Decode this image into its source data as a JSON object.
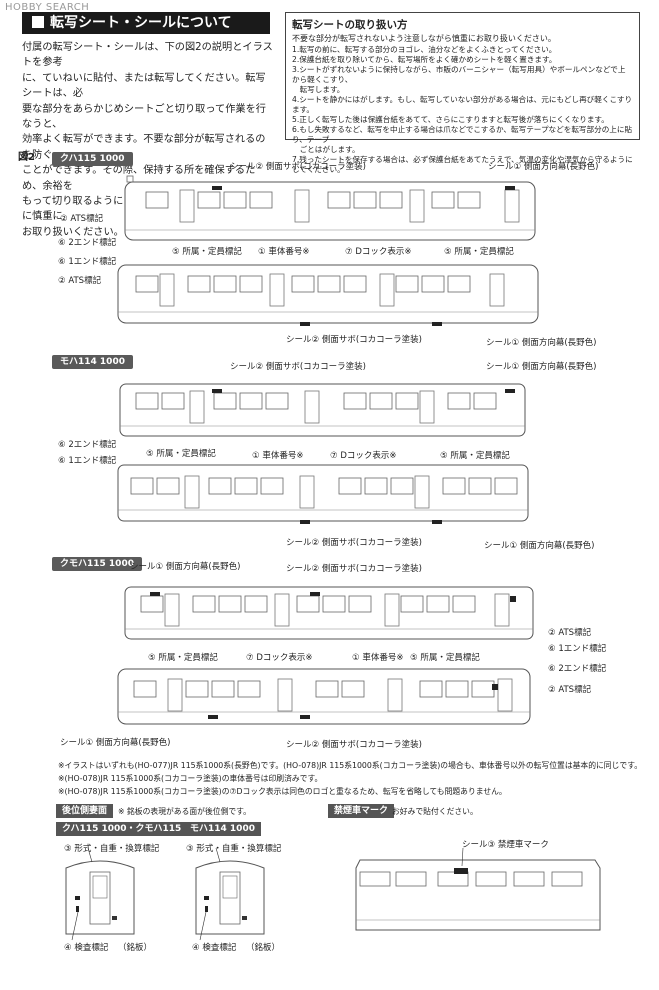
{
  "watermark": "HOBBY SEARCH",
  "section": {
    "title": "転写シート・シールについて"
  },
  "intro_lines": [
    "付属の転写シート・シールは、下の図2の説明とイラストを参考",
    "に、ていねいに貼付、または転写してください。転写シートは、必",
    "要な部分をあらかじめシートごと切り取って作業を行なうと、",
    "効率よく転写ができます。不要な部分が転写されるのを防ぐ",
    "ことができます。その際、保持する所を確保するため、余裕を",
    "もって切り取るようにしてください。細かなものは特に慎重に",
    "お取り扱いください。"
  ],
  "care": {
    "title": "転写シートの取り扱い方",
    "intro": "不要な部分が転写されないよう注意しながら慎重にお取り扱いください。",
    "steps": [
      "1.転写の前に、転写する部分のヨゴレ、油分などをよくふきとってください。",
      "2.保護台紙を取り除いてから、転写場所をよく確かめシートを軽く置きます。",
      "3.シートがずれないように保持しながら、市販のバーニシャー（転写用具）やボールペンなどで上から軽くこすり、",
      "　転写します。",
      "4.シートを静かにはがします。もし、転写していない部分がある場合は、元にもどし再び軽くこすります。",
      "5.正しく転写した後は保護台紙をあてて、さらにこすりますと転写後が落ちにくくなります。",
      "6.もし失敗するなど、転写を中止する場合は爪などでこするか、転写テープなどを転写部分の上に貼り、テープ",
      "　ごとはがします。",
      "7.残ったシートを保存する場合は、必ず保護台紙をあてたうえで、気温の変化や湿気から守るようにしてください。"
    ]
  },
  "figure": {
    "label": "図2"
  },
  "cars": [
    {
      "tag": "クハ115 1000",
      "labels": {
        "side_sabo_top": "シール② 側面サボ(コカコーラ塗装)",
        "dest_top": "シール① 側面方向幕(長野色)",
        "ats_left": "② ATS標記",
        "end2": "⑥ 2エンド標記",
        "owner": "⑤ 所属・定員標記",
        "car_no": "① 車体番号※",
        "dcock": "⑦ Dコック表示※",
        "owner_right": "⑤ 所属・定員標記",
        "end1": "⑥ 1エンド標記",
        "ats_left2": "② ATS標記",
        "side_sabo_bottom": "シール② 側面サボ(コカコーラ塗装)",
        "dest_bottom": "シール① 側面方向幕(長野色)"
      }
    },
    {
      "tag": "モハ114 1000",
      "labels": {
        "side_sabo_top": "シール② 側面サボ(コカコーラ塗装)",
        "dest_top": "シール① 側面方向幕(長野色)",
        "end2": "⑥ 2エンド標記",
        "owner": "⑤ 所属・定員標記",
        "end1": "⑥ 1エンド標記",
        "car_no": "① 車体番号※",
        "dcock": "⑦ Dコック表示※",
        "owner_right": "⑤ 所属・定員標記",
        "side_sabo_bottom": "シール② 側面サボ(コカコーラ塗装)",
        "dest_bottom": "シール① 側面方向幕(長野色)"
      }
    },
    {
      "tag": "クモハ115 1000",
      "labels": {
        "dest_top": "シール① 側面方向幕(長野色)",
        "side_sabo_top": "シール② 側面サボ(コカコーラ塗装)",
        "ats_right": "② ATS標記",
        "end1_right": "⑥ 1エンド標記",
        "owner": "⑤ 所属・定員標記",
        "dcock": "⑦ Dコック表示※",
        "car_no": "① 車体番号※",
        "owner_right": "⑤ 所属・定員標記",
        "end2_right": "⑥ 2エンド標記",
        "ats_right2": "② ATS標記",
        "dest_bottom": "シール① 側面方向幕(長野色)",
        "side_sabo_bottom": "シール② 側面サボ(コカコーラ塗装)"
      }
    }
  ],
  "notes": [
    "※イラストはいずれも(HO-077)JR 115系1000系(長野色)です。(HO-078)JR 115系1000系(コカコーラ塗装)の場合も、車体番号以外の転写位置は基本的に同じです。",
    "※(HO-078)JR 115系1000系(コカコーラ塗装)の車体番号は印刷済みです。",
    "※(HO-078)JR 115系1000系(コカコーラ塗装)の⑦Dコック表示は同色のロゴと重なるため、転写を省略しても問題ありません。"
  ],
  "rear": {
    "title": "後位側妻面",
    "title_note": "※ 銘板の表現がある面が後位側です。",
    "car_a": "クハ115 1000・クモハ115 1000",
    "car_b": "モハ114 1000",
    "label_type": "③ 形式・自重・換算標記",
    "label_insp": "④ 検査標記",
    "label_plate": "（銘板）"
  },
  "nosmoke": {
    "title": "禁煙車マーク",
    "note": "お好みで貼付ください。",
    "label": "シール③ 禁煙車マーク"
  }
}
